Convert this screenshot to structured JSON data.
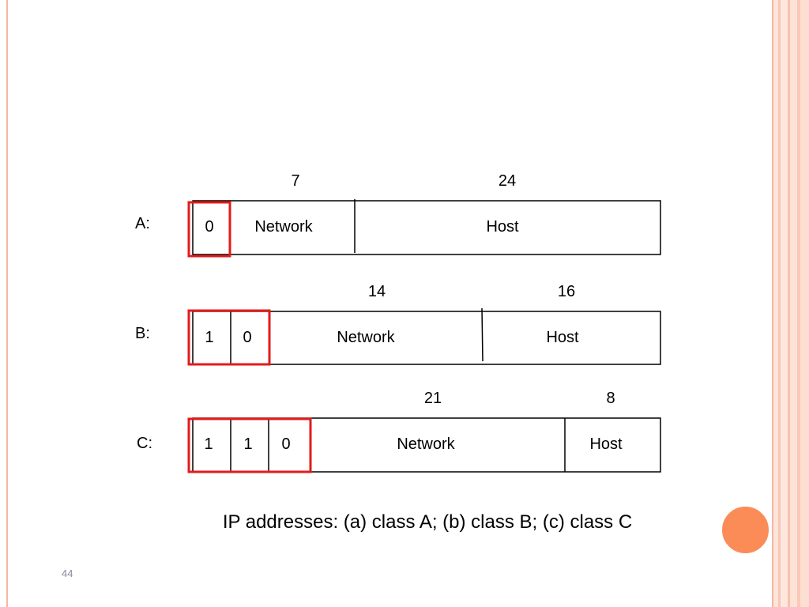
{
  "slide": {
    "page_number": "44",
    "caption": "IP addresses: (a) class A; (b) class B; (c) class C"
  },
  "classes": [
    {
      "label": "A:",
      "counts": [
        "7",
        "24"
      ],
      "prefix_bits": [
        "0"
      ],
      "fields": [
        "Network",
        "Host"
      ]
    },
    {
      "label": "B:",
      "counts": [
        "14",
        "16"
      ],
      "prefix_bits": [
        "1",
        "0"
      ],
      "fields": [
        "Network",
        "Host"
      ]
    },
    {
      "label": "C:",
      "counts": [
        "21",
        "8"
      ],
      "prefix_bits": [
        "1",
        "1",
        "0"
      ],
      "fields": [
        "Network",
        "Host"
      ]
    }
  ],
  "colors": {
    "highlight": "#e31b1b",
    "accent_dot": "#fb8c57",
    "frame": "#f4b6a0"
  }
}
